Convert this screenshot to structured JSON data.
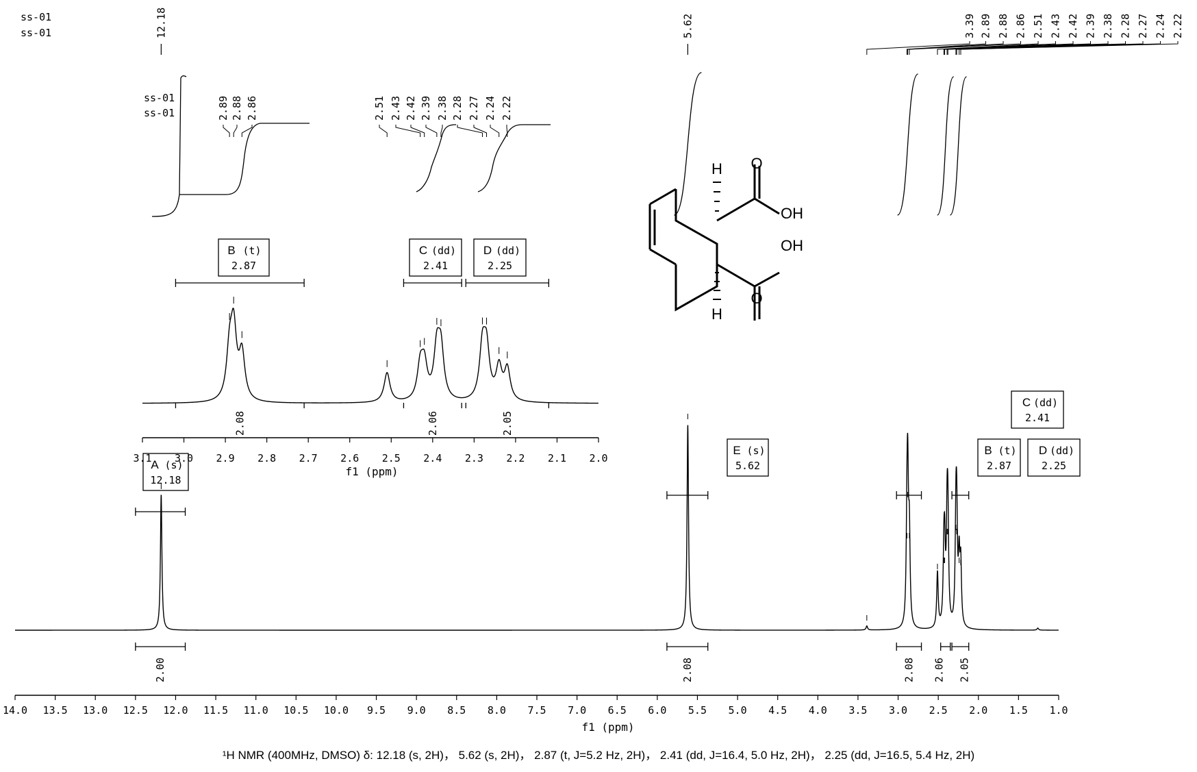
{
  "sample_labels": [
    "ss-01",
    "ss-01"
  ],
  "inset_sample_labels": [
    "ss-01",
    "ss-01"
  ],
  "caption": "¹H NMR (400MHz, DMSO) δ: 12.18 (s, 2H)， 5.62 (s, 2H)， 2.87 (t, J=5.2 Hz, 2H)， 2.41 (dd, J=16.4, 5.0 Hz, 2H)， 2.25 (dd, J=16.5, 5.4 Hz, 2H)",
  "molecule": {
    "atoms": [
      "H",
      "H",
      "O",
      "O",
      "OH",
      "OH"
    ]
  },
  "chart_data": [
    {
      "type": "line",
      "name": "main_spectrum",
      "xlabel": "f1 (ppm)",
      "ylabel": "",
      "xlim": [
        14.0,
        1.0
      ],
      "x_reversed": true,
      "x_ticks": [
        "14.0",
        "13.5",
        "13.0",
        "12.5",
        "12.0",
        "11.5",
        "11.0",
        "10.5",
        "10.0",
        "9.5",
        "9.0",
        "8.5",
        "8.0",
        "7.5",
        "7.0",
        "6.5",
        "6.0",
        "5.5",
        "5.0",
        "4.5",
        "4.0",
        "3.5",
        "3.0",
        "2.5",
        "2.0",
        "1.5",
        "1.0"
      ],
      "peak_labels": [
        "12.18",
        "5.62",
        "3.39",
        "2.89",
        "2.88",
        "2.86",
        "2.51",
        "2.43",
        "2.42",
        "2.39",
        "2.38",
        "2.28",
        "2.27",
        "2.24",
        "2.22"
      ],
      "peaks": [
        {
          "ppm": 12.18,
          "height": 0.66
        },
        {
          "ppm": 5.62,
          "height": 1.0
        },
        {
          "ppm": 3.39,
          "height": 0.02
        },
        {
          "ppm": 2.89,
          "height": 0.42
        },
        {
          "ppm": 2.88,
          "height": 0.62
        },
        {
          "ppm": 2.86,
          "height": 0.42
        },
        {
          "ppm": 2.51,
          "height": 0.27
        },
        {
          "ppm": 2.43,
          "height": 0.3
        },
        {
          "ppm": 2.42,
          "height": 0.3
        },
        {
          "ppm": 2.39,
          "height": 0.44
        },
        {
          "ppm": 2.38,
          "height": 0.44
        },
        {
          "ppm": 2.28,
          "height": 0.46
        },
        {
          "ppm": 2.27,
          "height": 0.44
        },
        {
          "ppm": 2.24,
          "height": 0.3
        },
        {
          "ppm": 2.22,
          "height": 0.29
        },
        {
          "ppm": 1.26,
          "height": 0.01
        }
      ],
      "multiplets": [
        {
          "letter": "A",
          "mult": "(s)",
          "shift": "12.18",
          "range": [
            12.5,
            11.88
          ],
          "integral": "2.00"
        },
        {
          "letter": "E",
          "mult": "(s)",
          "shift": "5.62",
          "range": [
            5.88,
            5.37
          ],
          "integral": "2.08"
        },
        {
          "letter": "B",
          "mult": "(t)",
          "shift": "2.87",
          "range": [
            3.02,
            2.71
          ],
          "integral": "2.08"
        },
        {
          "letter": "C",
          "mult": "(dd)",
          "shift": "2.41",
          "range": [
            2.47,
            2.35
          ],
          "integral": "2.06"
        },
        {
          "letter": "D",
          "mult": "(dd)",
          "shift": "2.25",
          "range": [
            2.33,
            2.12
          ],
          "integral": "2.05"
        }
      ]
    },
    {
      "type": "line",
      "name": "inset_spectrum",
      "xlabel": "f1 (ppm)",
      "xlim": [
        3.1,
        2.0
      ],
      "x_reversed": true,
      "x_ticks": [
        "3.1",
        "3.0",
        "2.9",
        "2.8",
        "2.7",
        "2.6",
        "2.5",
        "2.4",
        "2.3",
        "2.2",
        "2.1",
        "2.0"
      ],
      "peak_labels": [
        "2.89",
        "2.88",
        "2.86",
        "2.51",
        "2.43",
        "2.42",
        "2.39",
        "2.38",
        "2.28",
        "2.27",
        "2.24",
        "2.22"
      ],
      "multiplets": [
        {
          "letter": "B",
          "mult": "(t)",
          "shift": "2.87",
          "range": [
            3.02,
            2.71
          ],
          "integral": "2.08"
        },
        {
          "letter": "C",
          "mult": "(dd)",
          "shift": "2.41",
          "range": [
            2.47,
            2.33
          ],
          "integral": "2.06"
        },
        {
          "letter": "D",
          "mult": "(dd)",
          "shift": "2.25",
          "range": [
            2.32,
            2.12
          ],
          "integral": "2.05"
        }
      ]
    }
  ]
}
